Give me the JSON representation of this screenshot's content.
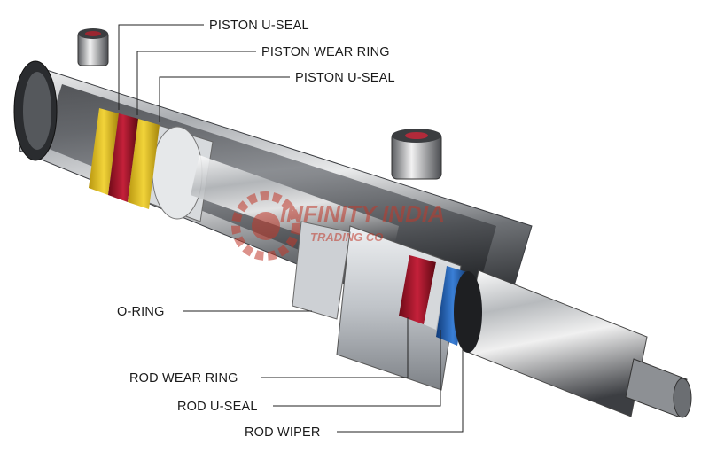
{
  "labels": {
    "piston_u_seal_1": "PISTON U-SEAL",
    "piston_wear_ring": "PISTON WEAR RING",
    "piston_u_seal_2": "PISTON U-SEAL",
    "o_ring": "O-RING",
    "rod_wear_ring": "ROD WEAR RING",
    "rod_u_seal": "ROD U-SEAL",
    "rod_wiper": "ROD WIPER"
  },
  "watermark": {
    "name": "INFINITY INDIA",
    "sub": "TRADING CO",
    "color": "#c0392b"
  },
  "colors": {
    "seal_yellow": "#e8c41e",
    "wear_ring_red": "#b0142a",
    "rod_seal_red": "#a8102a",
    "wiper_blue": "#1e5fb8",
    "steel": "#c9ccd0"
  }
}
